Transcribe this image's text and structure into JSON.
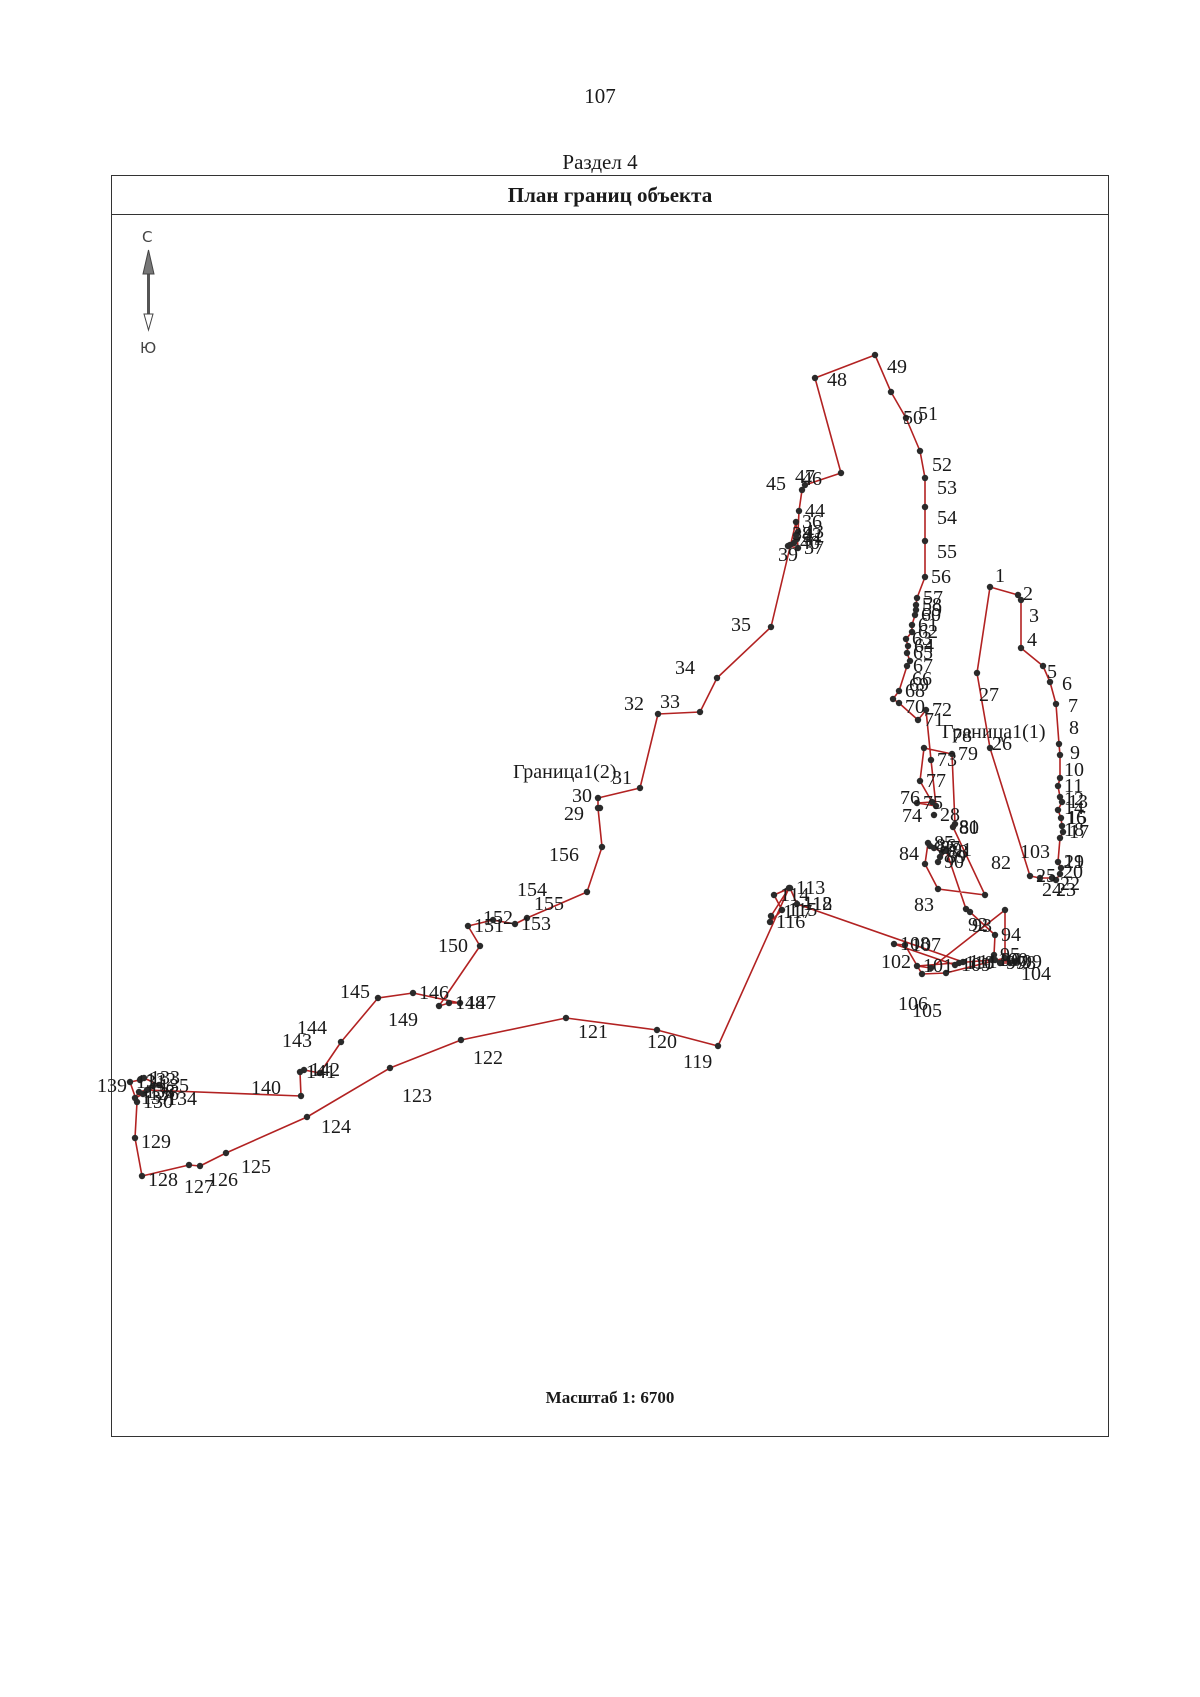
{
  "page_number": "107",
  "section": "Раздел 4",
  "frame_title": "План границ объекта",
  "scale": "Масштаб 1: 6700",
  "north_arrow": {
    "top_label": "С",
    "bottom_label": "Ю",
    "icon": "north-arrow-icon"
  },
  "colors": {
    "boundary": "#b22222",
    "vertex": "#2a2a2a",
    "text": "#1a1a1a"
  },
  "boundary_labels": [
    "Граница1(1)",
    "Граница1(2)"
  ],
  "vertex_labels": [
    "1",
    "2",
    "3",
    "4",
    "5",
    "6",
    "7",
    "8",
    "9",
    "10",
    "11",
    "12",
    "13",
    "14",
    "15",
    "16",
    "17",
    "18",
    "19",
    "20",
    "21",
    "22",
    "23",
    "24",
    "25",
    "26",
    "27",
    "28",
    "29",
    "30",
    "31",
    "32",
    "33",
    "34",
    "35",
    "36",
    "37",
    "38",
    "39",
    "40",
    "41",
    "42",
    "43",
    "44",
    "45",
    "46",
    "47",
    "48",
    "49",
    "50",
    "51",
    "52",
    "53",
    "54",
    "55",
    "56",
    "57",
    "58",
    "59",
    "60",
    "61",
    "62",
    "63",
    "64",
    "65",
    "66",
    "67",
    "68",
    "69",
    "70",
    "71",
    "72",
    "73",
    "74",
    "75",
    "76",
    "77",
    "78",
    "79",
    "80",
    "81",
    "82",
    "83",
    "84",
    "85",
    "86",
    "87",
    "88",
    "89",
    "90",
    "91",
    "92",
    "93",
    "94",
    "95",
    "96",
    "97",
    "98",
    "99",
    "100",
    "101",
    "102",
    "103",
    "104",
    "105",
    "106",
    "107",
    "108",
    "109",
    "110",
    "111",
    "112",
    "113",
    "114",
    "115",
    "116",
    "117",
    "118",
    "119",
    "120",
    "121",
    "122",
    "123",
    "124",
    "125",
    "126",
    "127",
    "128",
    "129",
    "130",
    "131",
    "132",
    "133",
    "134",
    "135",
    "136",
    "137",
    "138",
    "139",
    "140",
    "141",
    "142",
    "143",
    "144",
    "145",
    "146",
    "147",
    "148",
    "149",
    "150",
    "151",
    "152",
    "153",
    "154",
    "155",
    "156"
  ]
}
